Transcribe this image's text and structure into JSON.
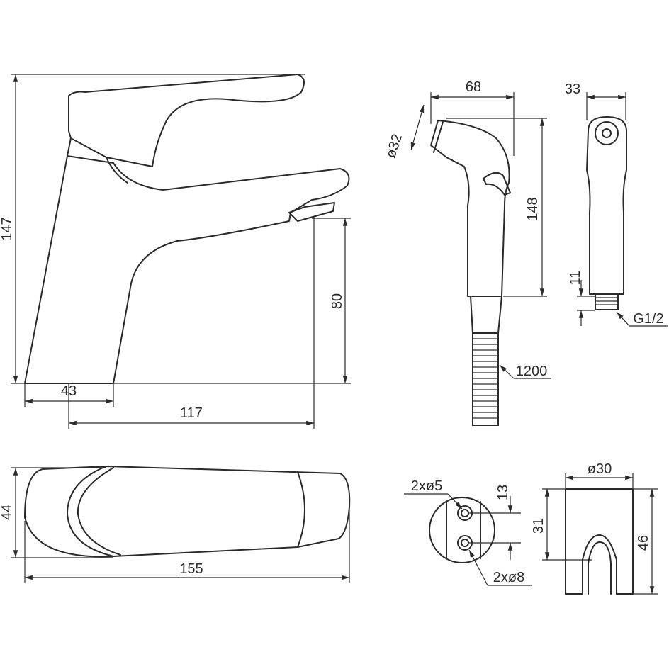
{
  "faucet_side": {
    "height": "147",
    "base_width": "43",
    "reach": "117",
    "spout_height": "80"
  },
  "shower_side": {
    "width": "68",
    "head_diameter": "ø32",
    "length": "148",
    "hose": "1200"
  },
  "shower_front": {
    "width": "33",
    "thread_length": "11",
    "thread": "G1/2"
  },
  "faucet_top": {
    "width": "44",
    "length": "155"
  },
  "holder_plate": {
    "small_holes": "2xø5",
    "spacing": "13",
    "large_holes": "2xø8"
  },
  "holder_bracket": {
    "diameter": "ø30",
    "hook_height": "31",
    "height": "46"
  }
}
